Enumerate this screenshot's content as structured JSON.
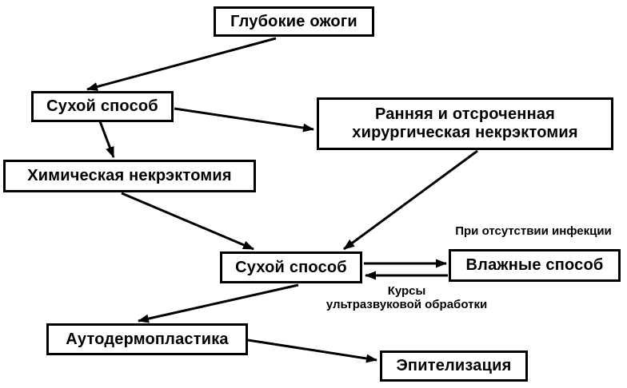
{
  "diagram": {
    "background_color": "#ffffff",
    "stroke_color": "#000000",
    "box_fill_color": "#ffffff",
    "nodes": {
      "deep_burns": {
        "label": "Глубокие ожоги"
      },
      "dry_method_top": {
        "label": "Сухой способ"
      },
      "surgical_necrectomy": {
        "label": "Ранняя и отсроченная хирургическая некрэктомия"
      },
      "chemical_necrectomy": {
        "label": "Химическая некрэктомия"
      },
      "dry_method_center": {
        "label": "Сухой способ"
      },
      "wet_method": {
        "label": "Влажные способ"
      },
      "autodermoplasty": {
        "label": "Аутодермопластика"
      },
      "epithelialization": {
        "label": "Эпителизация"
      }
    },
    "annotations": {
      "no_infection": "При отсутствии инфекции",
      "ultrasound": {
        "line1": "Курсы",
        "line2": "ультразвуковой обработки"
      }
    },
    "edges": [
      {
        "from": "deep_burns",
        "to": "dry_method_top"
      },
      {
        "from": "dry_method_top",
        "to": "surgical_necrectomy"
      },
      {
        "from": "dry_method_top",
        "to": "chemical_necrectomy"
      },
      {
        "from": "chemical_necrectomy",
        "to": "dry_method_center"
      },
      {
        "from": "surgical_necrectomy",
        "to": "dry_method_center"
      },
      {
        "from": "dry_method_center",
        "to": "wet_method"
      },
      {
        "from": "wet_method",
        "to": "dry_method_center"
      },
      {
        "from": "dry_method_center",
        "to": "autodermoplasty"
      },
      {
        "from": "autodermoplasty",
        "to": "epithelialization"
      }
    ]
  }
}
